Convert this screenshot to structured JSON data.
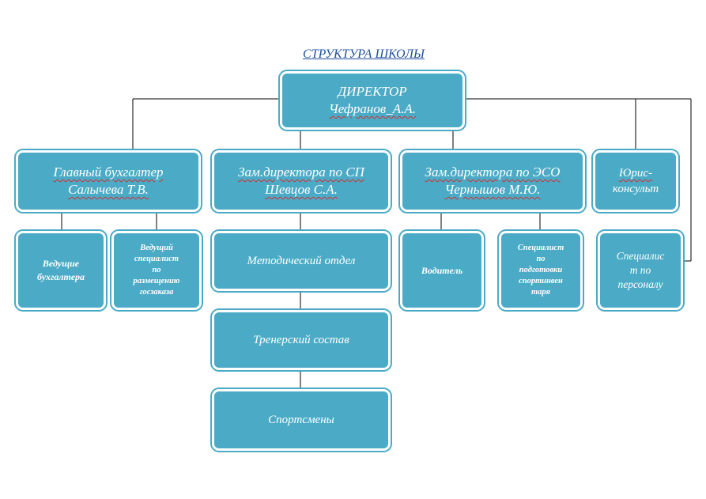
{
  "title": "СТРУКТУРА ШКОЛЫ",
  "director": {
    "role": "ДИРЕКТОР",
    "name": "Чефранов_А.А."
  },
  "chief_accountant": {
    "role": "Главный бухгалтер",
    "name": "Салычева Т.В.",
    "subordinates": [
      "Ведущие бухгалтера"
    ],
    "lead_specialist": [
      "Ведущий",
      "специалист",
      "по",
      "размещению",
      "госзаказа"
    ]
  },
  "deputy_sp": {
    "role": "Зам.директора по СП",
    "name": "Шевцов С.А.",
    "units": [
      "Методический отдел",
      "Тренерский состав",
      "Спортсмены"
    ]
  },
  "deputy_eso": {
    "role": "Зам.директора по ЭСО",
    "name": "Чернышов М.Ю.",
    "driver": "Водитель",
    "inventory_specialist": [
      "Специалист",
      "по",
      "подготовки",
      "спортинвен",
      "таря"
    ]
  },
  "legal": {
    "lines": [
      "Юрис-",
      "консульт"
    ]
  },
  "hr_specialist": {
    "lines": [
      "Специалис",
      "т по",
      "персоналу"
    ]
  },
  "colors": {
    "box_fill": "#4babc6",
    "box_text": "#ffffff",
    "title": "#1f4f9e",
    "connector": "#000000"
  }
}
